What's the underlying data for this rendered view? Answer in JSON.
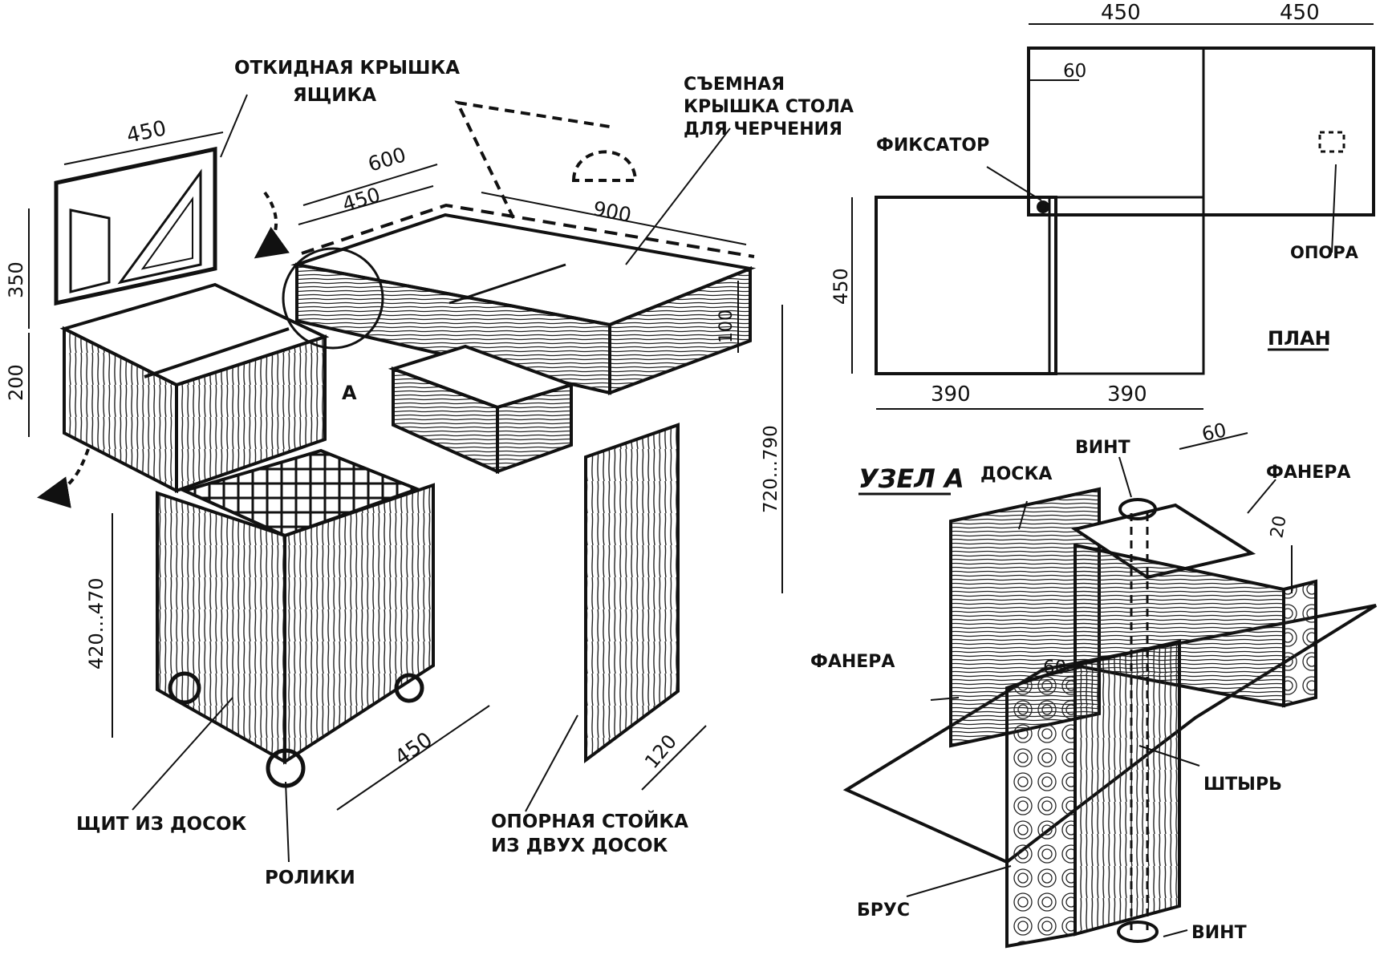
{
  "labels": {
    "lid_box": "ОТКИДНАЯ КРЫШКА ЯЩИКА",
    "lid_box_line1": "ОТКИДНАЯ КРЫШКА",
    "lid_box_line2": "ЯЩИКА",
    "removable_top_line1": "СЪЕМНАЯ",
    "removable_top_line2": "КРЫШКА СТОЛА",
    "removable_top_line3": "ДЛЯ ЧЕРЧЕНИЯ",
    "node_a_marker": "А",
    "board_panel": "ЩИТ ИЗ ДОСОК",
    "rollers": "РОЛИКИ",
    "support_line1": "ОПОРНАЯ  СТОЙКА",
    "support_line2": "ИЗ ДВУХ ДОСОК",
    "fixator": "ФИКСАТОР",
    "prop": "ОПОРА",
    "plan": "ПЛАН",
    "node_a_title": "УЗЕЛ А",
    "board": "ДОСКА",
    "screw_top": "ВИНТ",
    "plywood_right": "ФАНЕРА",
    "plywood_left": "ФАНЕРА",
    "pin": "ШТЫРЬ",
    "bar": "БРУС",
    "screw_bottom": "ВИНТ"
  },
  "dimensions": {
    "lid_width": "450",
    "lid_height": "350",
    "box_height": "200",
    "leg_height": "420...470",
    "base_depth": "450",
    "top_width_600": "600",
    "top_width_450": "450",
    "top_length": "900",
    "top_thickness": "100",
    "table_height": "720...790",
    "post_width": "120",
    "plan_top_left": "450",
    "plan_top_right": "450",
    "plan_offset": "60",
    "plan_side": "450",
    "plan_bottom_left": "390",
    "plan_bottom_right": "390",
    "node_top_width": "60",
    "node_plywood_thk": "20",
    "node_bar_width": "60"
  }
}
